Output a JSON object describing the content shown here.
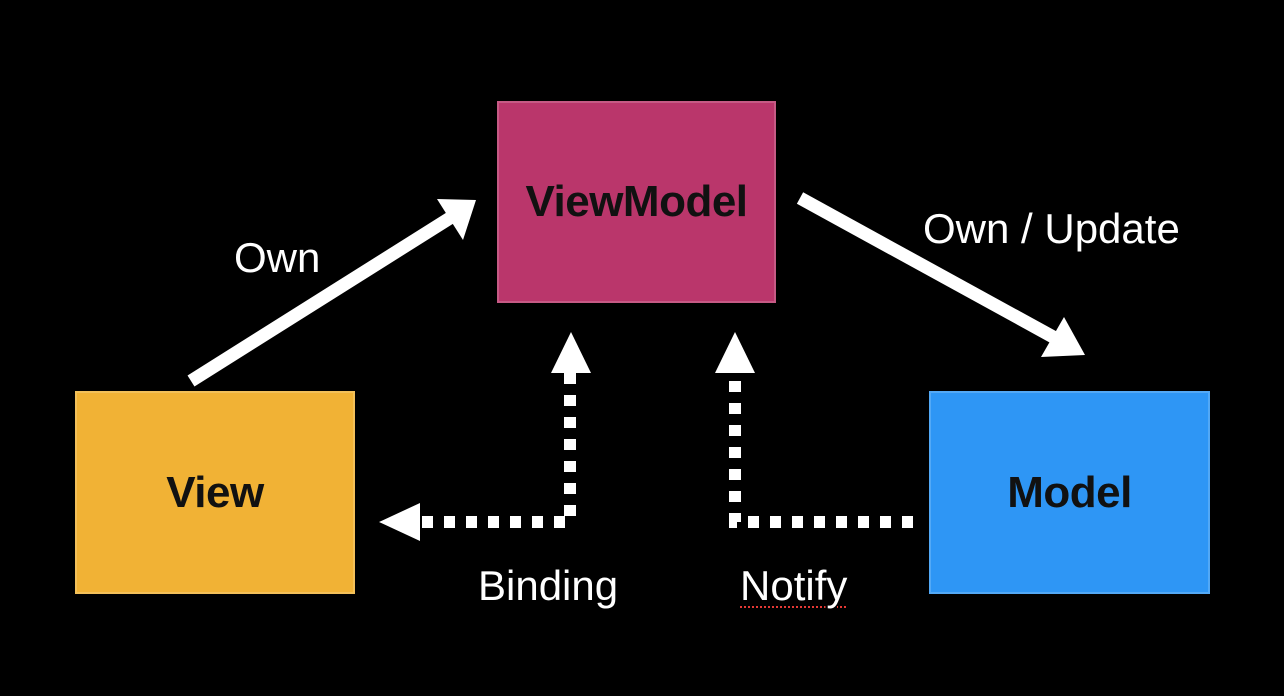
{
  "colors": {
    "background": "#000000",
    "viewmodel": "#ba366b",
    "view": "#f1b235",
    "model": "#2e96f5",
    "arrow": "#ffffff",
    "label_text": "#ffffff",
    "box_text": "#111111"
  },
  "nodes": {
    "viewmodel": {
      "label": "ViewModel"
    },
    "view": {
      "label": "View"
    },
    "model": {
      "label": "Model"
    }
  },
  "edges": {
    "view_to_viewmodel": {
      "label": "Own",
      "style": "solid"
    },
    "viewmodel_to_model": {
      "label": "Own / Update",
      "style": "solid"
    },
    "viewmodel_to_view": {
      "label": "Binding",
      "style": "dotted"
    },
    "model_to_viewmodel": {
      "label": "Notify",
      "style": "dotted"
    }
  }
}
